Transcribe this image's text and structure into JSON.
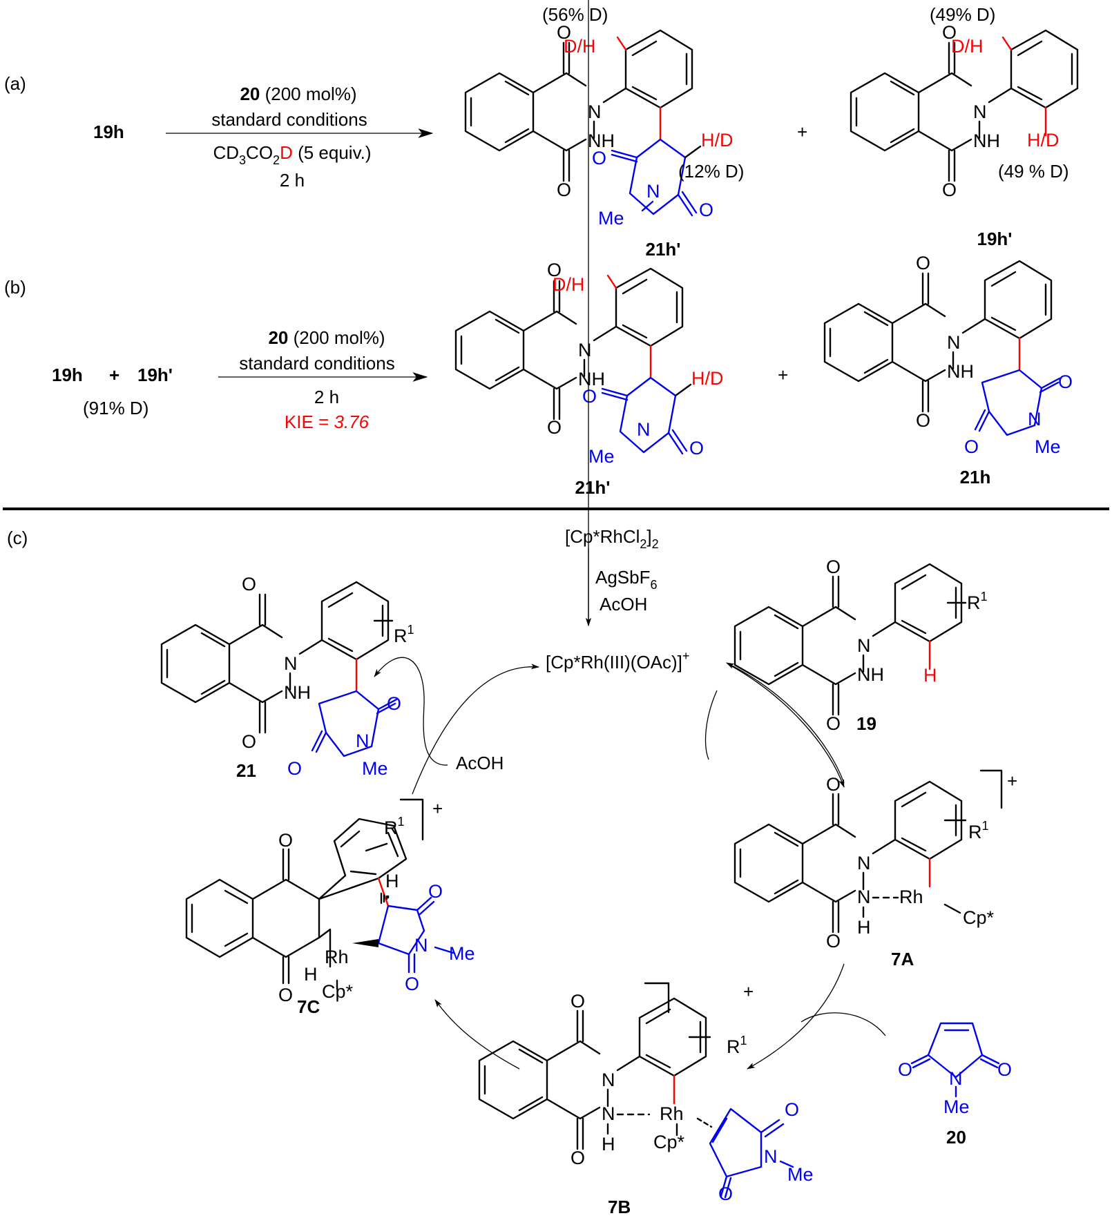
{
  "colors": {
    "text": "#000000",
    "deuterium_highlight": "#ff0000",
    "maleimide": "#0000ee",
    "new_bond": "#ff0000"
  },
  "panel_a": {
    "label": "(a)",
    "reactant": "19h",
    "conditions": {
      "reagent_bold": "20",
      "reagent_amount": " (200 mol%)",
      "line2": "standard conditions",
      "acid_prefix": "CD",
      "acid_sub1": "3",
      "acid_mid": "CO",
      "acid_sub2": "2",
      "acid_d": "D",
      "acid_equiv": " (5 equiv.)",
      "time": "2 h"
    },
    "product1": {
      "name": "21h'",
      "aryl_label": "D/H",
      "aryl_pct": "(56% D)",
      "alkyl_label": "H/D",
      "alkyl_pct": "(12% D)"
    },
    "plus": "+",
    "product2": {
      "name": "19h'",
      "ortho1_label": "D/H",
      "ortho1_pct": "(49% D)",
      "ortho2_label": "H/D",
      "ortho2_pct": "(49 % D)"
    }
  },
  "panel_b": {
    "label": "(b)",
    "reactant1": "19h",
    "plus": "+",
    "reactant2": "19h'",
    "reactant2_pct": "(91% D)",
    "conditions": {
      "reagent_bold": "20",
      "reagent_amount": " (200 mol%)",
      "line2": "standard conditions",
      "time": "2 h",
      "kie_label": "KIE = ",
      "kie_value": "3.76"
    },
    "product1": {
      "name": "21h'",
      "aryl_label": "D/H",
      "alkyl_label": "H/D"
    },
    "plus2": "+",
    "product2": {
      "name": "21h"
    }
  },
  "panel_c": {
    "label": "(c)",
    "precatalyst": {
      "text": "[Cp*RhCl",
      "sub": "2",
      "close": "]",
      "sub2": "2"
    },
    "activation_reagents": {
      "r1": "AgSbF",
      "r1_sub": "6",
      "r2": "AcOH"
    },
    "active_catalyst": {
      "text": "[Cp*Rh(III)(OAc)]",
      "sup": "+"
    },
    "substrate": {
      "name": "19",
      "highlight_h": "H",
      "substituent": "R",
      "substituent_sup": "1"
    },
    "intermediate_7A": {
      "name": "7A",
      "metal": "Rh",
      "ligand": "Cp*",
      "charge": "+"
    },
    "alkene": {
      "name": "20",
      "n_sub": "Me"
    },
    "intermediate_7B": {
      "name": "7B",
      "metal": "Rh",
      "ligand": "Cp*",
      "charge": "+"
    },
    "intermediate_7C": {
      "name": "7C",
      "metal": "Rh",
      "ligand": "Cp*",
      "charge": "+"
    },
    "released_acid": "AcOH",
    "product": {
      "name": "21"
    }
  },
  "atoms": {
    "O": "O",
    "N": "N",
    "NH": "NH",
    "H": "H",
    "Me": "Me",
    "Rh": "Rh",
    "Cp": "Cp*",
    "R": "R",
    "one": "1"
  }
}
